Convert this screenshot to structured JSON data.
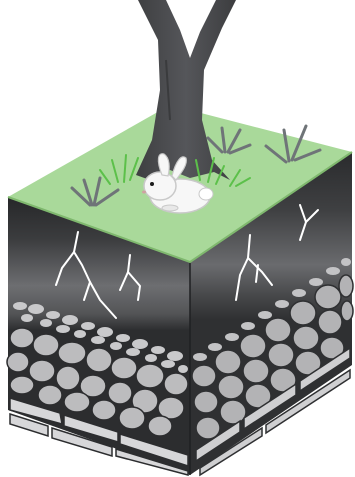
{
  "illustration": {
    "subject": "soil-cross-section",
    "elements": [
      "tree-trunk",
      "grass-surface",
      "grass-tufts",
      "rabbit",
      "topsoil-layer",
      "roots",
      "gravel-layer",
      "rock-layer",
      "bedrock-slabs"
    ]
  },
  "colors": {
    "background": "#ffffff",
    "tree_trunk": "#4a4a4c",
    "grass_top": "#a9d99a",
    "grass_blade": "#5cc04a",
    "grass_dark_tuft": "#6f7478",
    "rabbit": "#f7f7f7",
    "rabbit_shadow": "#c9c9c9",
    "topsoil_dark": "#2e2f31",
    "topsoil_mid": "#6a6b6e",
    "gravel_light": "#c9c9cb",
    "rock_left": "#b9b9bb",
    "rock_right": "#a9a9ab",
    "crack_and_root": "#ffffff",
    "bedrock_dark": "#3a3a3c"
  }
}
